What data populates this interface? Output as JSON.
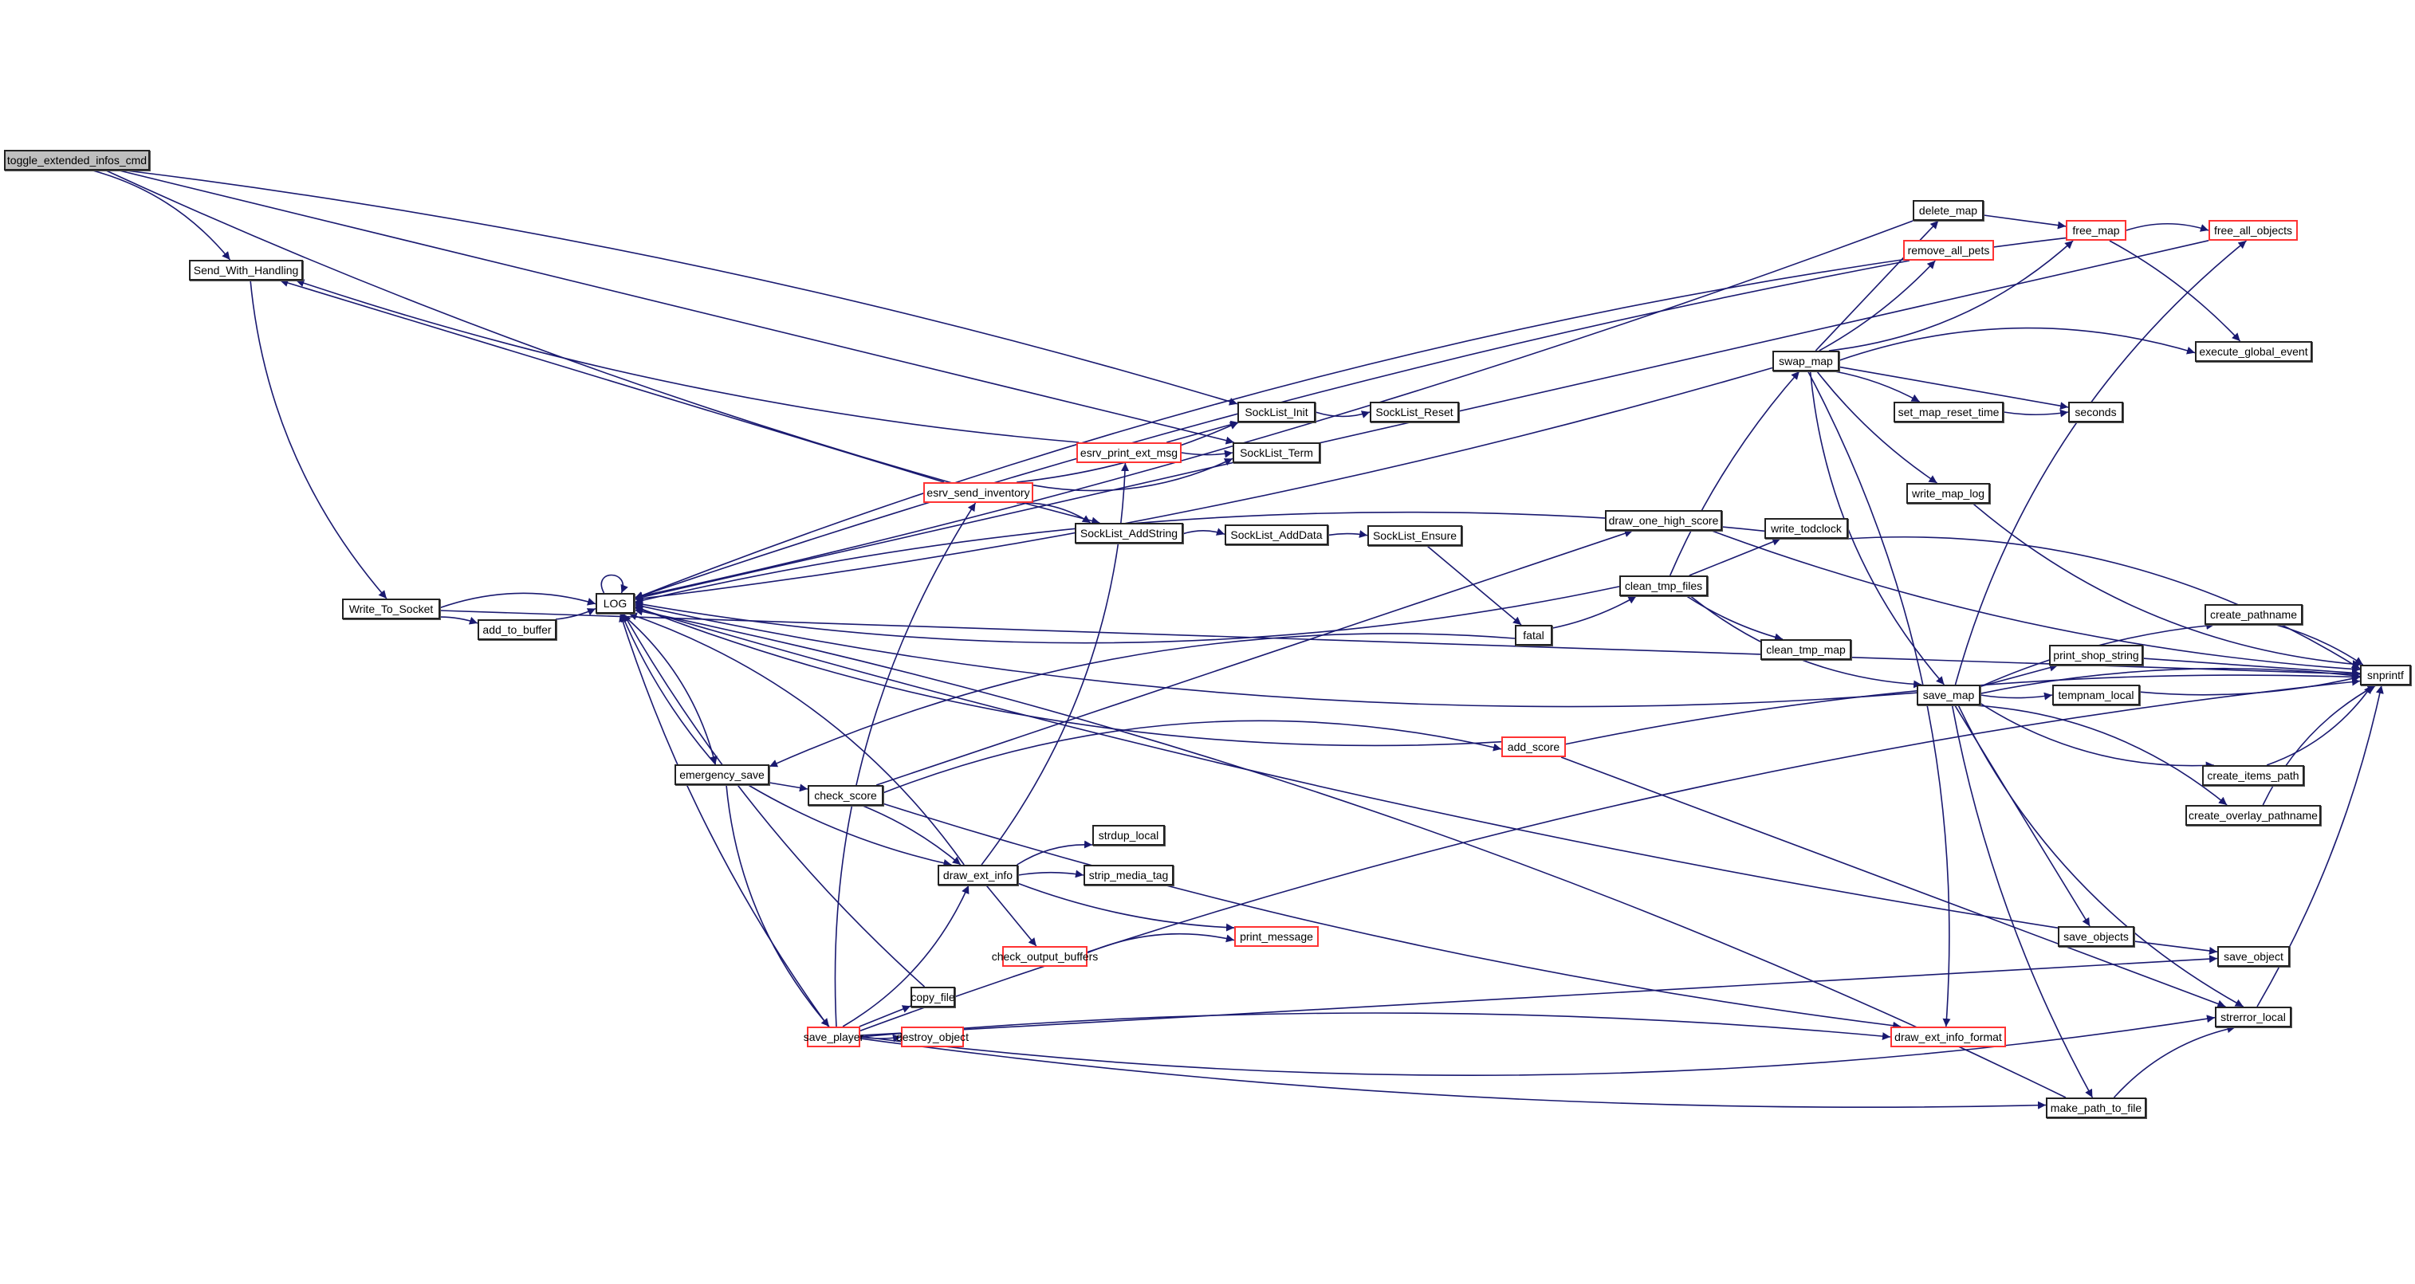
{
  "graph": {
    "edge_color": "#191970",
    "external_border_color": "#ff3333",
    "root_fill_color": "#bfbfbf",
    "nodes": {
      "toggle": {
        "label": "toggle_extended_infos_cmd",
        "kind": "root"
      },
      "send_with_handling": {
        "label": "Send_With_Handling",
        "kind": "normal"
      },
      "write_to_socket": {
        "label": "Write_To_Socket",
        "kind": "normal"
      },
      "add_to_buffer": {
        "label": "add_to_buffer",
        "kind": "normal"
      },
      "log": {
        "label": "LOG",
        "kind": "normal"
      },
      "emergency_save": {
        "label": "emergency_save",
        "kind": "normal"
      },
      "check_score": {
        "label": "check_score",
        "kind": "normal"
      },
      "draw_ext_info": {
        "label": "draw_ext_info",
        "kind": "normal"
      },
      "save_player": {
        "label": "save_player",
        "kind": "external"
      },
      "copy_file": {
        "label": "copy_file",
        "kind": "normal"
      },
      "destroy_object": {
        "label": "destroy_object",
        "kind": "external"
      },
      "check_output_buffers": {
        "label": "check_output_buffers",
        "kind": "external"
      },
      "print_message": {
        "label": "print_message",
        "kind": "external"
      },
      "strdup_local": {
        "label": "strdup_local",
        "kind": "normal"
      },
      "strip_media_tag": {
        "label": "strip_media_tag",
        "kind": "normal"
      },
      "esrv_send_inventory": {
        "label": "esrv_send_inventory",
        "kind": "external"
      },
      "esrv_print_ext_msg": {
        "label": "esrv_print_ext_msg",
        "kind": "external"
      },
      "socklist_init": {
        "label": "SockList_Init",
        "kind": "normal"
      },
      "socklist_reset": {
        "label": "SockList_Reset",
        "kind": "normal"
      },
      "socklist_term": {
        "label": "SockList_Term",
        "kind": "normal"
      },
      "socklist_addstring": {
        "label": "SockList_AddString",
        "kind": "normal"
      },
      "socklist_adddata": {
        "label": "SockList_AddData",
        "kind": "normal"
      },
      "socklist_ensure": {
        "label": "SockList_Ensure",
        "kind": "normal"
      },
      "fatal": {
        "label": "fatal",
        "kind": "normal"
      },
      "clean_tmp_files": {
        "label": "clean_tmp_files",
        "kind": "normal"
      },
      "draw_one_high_score": {
        "label": "draw_one_high_score",
        "kind": "normal"
      },
      "add_score": {
        "label": "add_score",
        "kind": "external"
      },
      "clean_tmp_map": {
        "label": "clean_tmp_map",
        "kind": "normal"
      },
      "write_todclock": {
        "label": "write_todclock",
        "kind": "normal"
      },
      "swap_map": {
        "label": "swap_map",
        "kind": "normal"
      },
      "delete_map": {
        "label": "delete_map",
        "kind": "normal"
      },
      "remove_all_pets": {
        "label": "remove_all_pets",
        "kind": "external"
      },
      "free_map": {
        "label": "free_map",
        "kind": "external"
      },
      "free_all_objects": {
        "label": "free_all_objects",
        "kind": "external"
      },
      "execute_global_event": {
        "label": "execute_global_event",
        "kind": "normal"
      },
      "set_map_reset_time": {
        "label": "set_map_reset_time",
        "kind": "normal"
      },
      "seconds": {
        "label": "seconds",
        "kind": "normal"
      },
      "write_map_log": {
        "label": "write_map_log",
        "kind": "normal"
      },
      "save_map": {
        "label": "save_map",
        "kind": "normal"
      },
      "create_pathname": {
        "label": "create_pathname",
        "kind": "normal"
      },
      "print_shop_string": {
        "label": "print_shop_string",
        "kind": "normal"
      },
      "tempnam_local": {
        "label": "tempnam_local",
        "kind": "normal"
      },
      "create_items_path": {
        "label": "create_items_path",
        "kind": "normal"
      },
      "create_overlay_pathname": {
        "label": "create_overlay_pathname",
        "kind": "normal"
      },
      "snprintf": {
        "label": "snprintf",
        "kind": "normal"
      },
      "save_objects": {
        "label": "save_objects",
        "kind": "normal"
      },
      "save_object": {
        "label": "save_object",
        "kind": "normal"
      },
      "strerror_local": {
        "label": "strerror_local",
        "kind": "normal"
      },
      "draw_ext_info_format": {
        "label": "draw_ext_info_format",
        "kind": "external"
      },
      "make_path_to_file": {
        "label": "make_path_to_file",
        "kind": "normal"
      }
    },
    "edges": [
      [
        "toggle",
        "send_with_handling"
      ],
      [
        "toggle",
        "socklist_init"
      ],
      [
        "toggle",
        "socklist_term"
      ],
      [
        "toggle",
        "socklist_addstring"
      ],
      [
        "send_with_handling",
        "write_to_socket"
      ],
      [
        "write_to_socket",
        "log"
      ],
      [
        "write_to_socket",
        "add_to_buffer"
      ],
      [
        "write_to_socket",
        "snprintf"
      ],
      [
        "add_to_buffer",
        "log"
      ],
      [
        "log",
        "log"
      ],
      [
        "log",
        "emergency_save"
      ],
      [
        "emergency_save",
        "log"
      ],
      [
        "emergency_save",
        "check_score"
      ],
      [
        "emergency_save",
        "draw_ext_info"
      ],
      [
        "emergency_save",
        "save_player"
      ],
      [
        "check_score",
        "add_score"
      ],
      [
        "check_score",
        "draw_ext_info"
      ],
      [
        "check_score",
        "draw_one_high_score"
      ],
      [
        "check_score",
        "draw_ext_info_format"
      ],
      [
        "draw_ext_info",
        "log"
      ],
      [
        "draw_ext_info",
        "strdup_local"
      ],
      [
        "draw_ext_info",
        "strip_media_tag"
      ],
      [
        "draw_ext_info",
        "check_output_buffers"
      ],
      [
        "draw_ext_info",
        "print_message"
      ],
      [
        "draw_ext_info",
        "esrv_print_ext_msg"
      ],
      [
        "check_output_buffers",
        "print_message"
      ],
      [
        "save_player",
        "log"
      ],
      [
        "save_player",
        "copy_file"
      ],
      [
        "save_player",
        "destroy_object"
      ],
      [
        "save_player",
        "draw_ext_info"
      ],
      [
        "save_player",
        "esrv_send_inventory"
      ],
      [
        "save_player",
        "draw_ext_info_format"
      ],
      [
        "save_player",
        "save_object"
      ],
      [
        "save_player",
        "make_path_to_file"
      ],
      [
        "save_player",
        "strerror_local"
      ],
      [
        "save_player",
        "snprintf"
      ],
      [
        "copy_file",
        "log"
      ],
      [
        "esrv_send_inventory",
        "send_with_handling"
      ],
      [
        "esrv_send_inventory",
        "socklist_init"
      ],
      [
        "esrv_send_inventory",
        "socklist_term"
      ],
      [
        "esrv_send_inventory",
        "socklist_addstring"
      ],
      [
        "esrv_print_ext_msg",
        "send_with_handling"
      ],
      [
        "esrv_print_ext_msg",
        "socklist_init"
      ],
      [
        "esrv_print_ext_msg",
        "socklist_term"
      ],
      [
        "socklist_init",
        "socklist_reset"
      ],
      [
        "socklist_addstring",
        "socklist_adddata"
      ],
      [
        "socklist_adddata",
        "socklist_ensure"
      ],
      [
        "socklist_ensure",
        "fatal"
      ],
      [
        "fatal",
        "clean_tmp_files"
      ],
      [
        "fatal",
        "emergency_save"
      ],
      [
        "clean_tmp_files",
        "log"
      ],
      [
        "clean_tmp_files",
        "swap_map"
      ],
      [
        "clean_tmp_files",
        "write_todclock"
      ],
      [
        "clean_tmp_files",
        "clean_tmp_map"
      ],
      [
        "clean_tmp_files",
        "save_map"
      ],
      [
        "add_score",
        "log"
      ],
      [
        "add_score",
        "snprintf"
      ],
      [
        "add_score",
        "strerror_local"
      ],
      [
        "draw_one_high_score",
        "snprintf"
      ],
      [
        "write_todclock",
        "log"
      ],
      [
        "write_todclock",
        "snprintf"
      ],
      [
        "swap_map",
        "log"
      ],
      [
        "swap_map",
        "delete_map"
      ],
      [
        "swap_map",
        "remove_all_pets"
      ],
      [
        "swap_map",
        "free_map"
      ],
      [
        "swap_map",
        "execute_global_event"
      ],
      [
        "swap_map",
        "set_map_reset_time"
      ],
      [
        "swap_map",
        "seconds"
      ],
      [
        "swap_map",
        "write_map_log"
      ],
      [
        "swap_map",
        "save_map"
      ],
      [
        "swap_map",
        "draw_ext_info_format"
      ],
      [
        "delete_map",
        "log"
      ],
      [
        "delete_map",
        "free_map"
      ],
      [
        "remove_all_pets",
        "log"
      ],
      [
        "free_map",
        "log"
      ],
      [
        "free_map",
        "free_all_objects"
      ],
      [
        "free_map",
        "execute_global_event"
      ],
      [
        "free_all_objects",
        "log"
      ],
      [
        "set_map_reset_time",
        "seconds"
      ],
      [
        "write_map_log",
        "snprintf"
      ],
      [
        "save_map",
        "log"
      ],
      [
        "save_map",
        "create_pathname"
      ],
      [
        "save_map",
        "print_shop_string"
      ],
      [
        "save_map",
        "tempnam_local"
      ],
      [
        "save_map",
        "create_items_path"
      ],
      [
        "save_map",
        "create_overlay_pathname"
      ],
      [
        "save_map",
        "snprintf"
      ],
      [
        "save_map",
        "save_objects"
      ],
      [
        "save_map",
        "make_path_to_file"
      ],
      [
        "save_map",
        "strerror_local"
      ],
      [
        "save_map",
        "free_all_objects"
      ],
      [
        "create_pathname",
        "snprintf"
      ],
      [
        "print_shop_string",
        "snprintf"
      ],
      [
        "tempnam_local",
        "snprintf"
      ],
      [
        "create_items_path",
        "snprintf"
      ],
      [
        "create_overlay_pathname",
        "snprintf"
      ],
      [
        "save_objects",
        "log"
      ],
      [
        "save_objects",
        "save_object"
      ],
      [
        "strerror_local",
        "snprintf"
      ],
      [
        "make_path_to_file",
        "log"
      ],
      [
        "make_path_to_file",
        "strerror_local"
      ]
    ]
  }
}
